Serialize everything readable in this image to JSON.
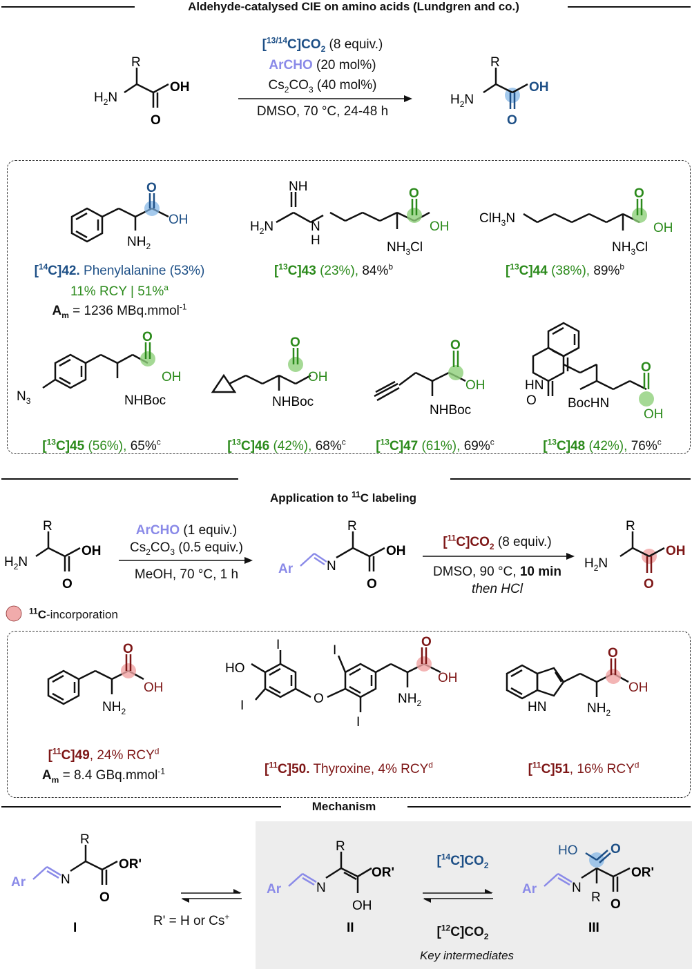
{
  "sections": {
    "top_title": "Aldehyde-catalysed CIE on amino acids (Lundgren and co.)",
    "c11_title": "Application to 11C labeling",
    "mech_title": "Mechanism"
  },
  "scheme1": {
    "reagent1_iso": "13/14",
    "reagent1_main": "C]CO2",
    "reagent1_equiv": "(8 equiv.)",
    "reagent2": "ArCHO",
    "reagent2_equiv": "(20 mol%)",
    "reagent3": "Cs2CO3 (40 mol%)",
    "conditions": "DMSO, 70 °C, 24-48 h"
  },
  "labels": {
    "R": "R",
    "H2N": "H2N",
    "OH": "OH",
    "O": "O",
    "NH2": "NH2",
    "NH3Cl": "NH3Cl",
    "ClH3N": "ClH3N",
    "NH": "NH",
    "H": "H",
    "HN": "HN",
    "N": "N",
    "NHBoc": "NHBoc",
    "BocHN": "BocHN",
    "N3": "N3",
    "HO": "HO",
    "I": "I",
    "Ar": "Ar",
    "OR": "OR'",
    "HO_top": "HO"
  },
  "compounds_row1": [
    {
      "id": "42",
      "iso": "14",
      "name": "Phenylalanine (53%)",
      "line2": "11% RCY | 51%",
      "line2_sup": "a",
      "am": "= 1236 MBq.mmol",
      "am_sup": "-1"
    },
    {
      "id": "43",
      "iso": "13",
      "yield": "(23%),",
      "ee": "84%",
      "sup": "b"
    },
    {
      "id": "44",
      "iso": "13",
      "yield": "(38%),",
      "ee": "89%",
      "sup": "b"
    }
  ],
  "compounds_row2": [
    {
      "id": "45",
      "iso": "13",
      "yield": "(56%),",
      "ee": "65%",
      "sup": "c"
    },
    {
      "id": "46",
      "iso": "13",
      "yield": "(42%),",
      "ee": "68%",
      "sup": "c"
    },
    {
      "id": "47",
      "iso": "13",
      "yield": "(61%),",
      "ee": "69%",
      "sup": "c"
    },
    {
      "id": "48",
      "iso": "13",
      "yield": "(42%),",
      "ee": "76%",
      "sup": "c"
    }
  ],
  "scheme2": {
    "reagent1": "ArCHO",
    "reagent1_equiv": "(1 equiv.)",
    "reagent2": "Cs2CO3 (0.5 equiv.)",
    "conditions1": "MeOH, 70 °C, 1 h",
    "reagent3_iso": "11",
    "reagent3_main": "C]CO2",
    "reagent3_equiv": "(8 equiv.)",
    "conditions2": "DMSO, 90 °C,",
    "conditions2_bold": "10 min",
    "conditions2_line2": "then HCl",
    "legend": "C-incorporation",
    "legend_iso": "11"
  },
  "compounds_c11": [
    {
      "id": "49",
      "iso": "11",
      "text": ", 24% RCY",
      "sup": "d",
      "am": "= 8.4 GBq.mmol",
      "am_sup": "-1"
    },
    {
      "id": "50",
      "iso": "11",
      "name": "Thyroxine, 4% RCY",
      "sup": "d"
    },
    {
      "id": "51",
      "iso": "11",
      "text": ", 16% RCY",
      "sup": "d"
    }
  ],
  "mechanism": {
    "label_I": "I",
    "label_II": "II",
    "label_III": "III",
    "r_prime": "R' = H or Cs",
    "r_prime_sup": "+",
    "fwd_iso": "14",
    "fwd_main": "C]CO2",
    "back_iso": "12",
    "back_main": "C]CO2",
    "key_label": "Key intermediates"
  },
  "colors": {
    "blue": "#1d4f86",
    "light_blue": "#8a8ae8",
    "green": "#2b8a1b",
    "red": "#7d1616",
    "blue_dot": "#7fb3e6",
    "green_dot": "#8fd07a",
    "red_dot": "#f0a3a3"
  }
}
